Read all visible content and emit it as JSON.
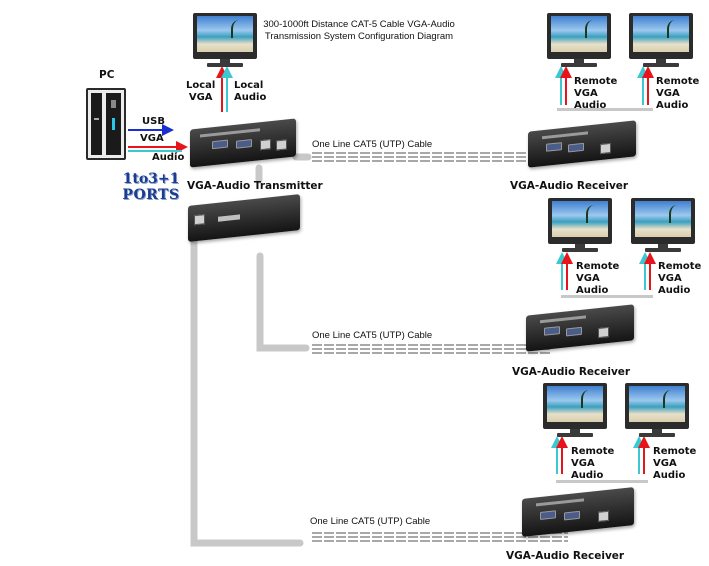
{
  "title": {
    "line1": "300-1000ft Distance CAT-5 Cable VGA-Audio",
    "line2": "Transmission System Configuration Diagram"
  },
  "pc": {
    "label": "PC",
    "connections": [
      "USB",
      "VGA",
      "Audio"
    ]
  },
  "ports_badge": {
    "line1": "1to3+1",
    "line2": "PORTS"
  },
  "local_display": {
    "left_label": [
      "Local",
      "VGA"
    ],
    "right_label": [
      "Local",
      "Audio"
    ]
  },
  "transmitter": {
    "label": "VGA-Audio Transmitter"
  },
  "cable_label": "One Line CAT5 (UTP) Cable",
  "receivers": [
    {
      "label": "VGA-Audio Receiver",
      "remote_labels": [
        [
          "Remote",
          "VGA",
          "Audio"
        ],
        [
          "Remote",
          "VGA",
          "Audio"
        ]
      ]
    },
    {
      "label": "VGA-Audio Receiver",
      "remote_labels": [
        [
          "Remote",
          "VGA",
          "Audio"
        ],
        [
          "Remote",
          "VGA",
          "Audio"
        ]
      ]
    },
    {
      "label": "VGA-Audio Receiver",
      "remote_labels": [
        [
          "Remote",
          "VGA",
          "Audio"
        ],
        [
          "Remote",
          "VGA",
          "Audio"
        ]
      ]
    }
  ],
  "colors": {
    "vga_arrow": "#e8141c",
    "audio_arrow": "#3cc8d0",
    "usb_arrow": "#1a2fd0",
    "cable_gray": "#c8c8c8",
    "device_body": "#1e1e1e",
    "ports_blue": "#1c3d8f"
  }
}
